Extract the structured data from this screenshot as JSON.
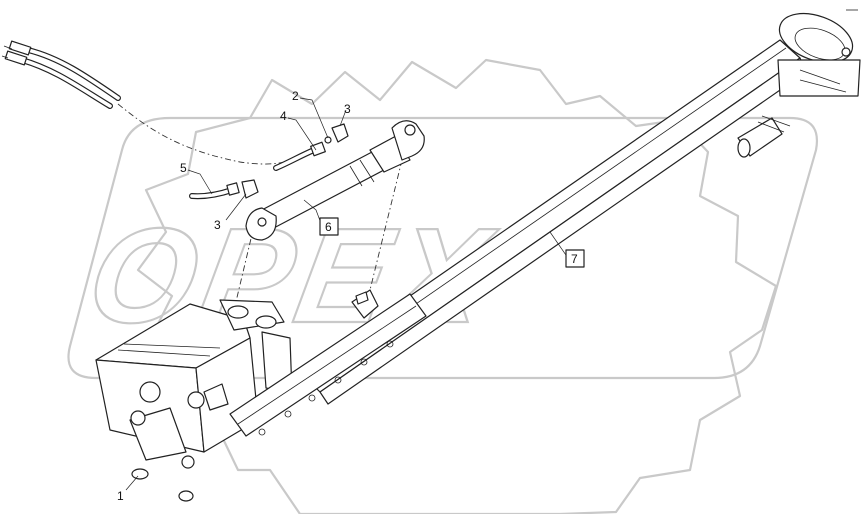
{
  "watermark": {
    "logo_text": "OPEX"
  },
  "callouts": [
    {
      "id": "c1",
      "label": "1",
      "boxed": false
    },
    {
      "id": "c2",
      "label": "2",
      "boxed": false
    },
    {
      "id": "c3a",
      "label": "3",
      "boxed": false
    },
    {
      "id": "c3b",
      "label": "3",
      "boxed": false
    },
    {
      "id": "c4",
      "label": "4",
      "boxed": false
    },
    {
      "id": "c5",
      "label": "5",
      "boxed": false
    },
    {
      "id": "c6",
      "label": "6",
      "boxed": true
    },
    {
      "id": "c7",
      "label": "7",
      "boxed": true
    }
  ],
  "colors": {
    "line": "#222222",
    "watermark": "#c9c9c9",
    "background": "#ffffff"
  }
}
